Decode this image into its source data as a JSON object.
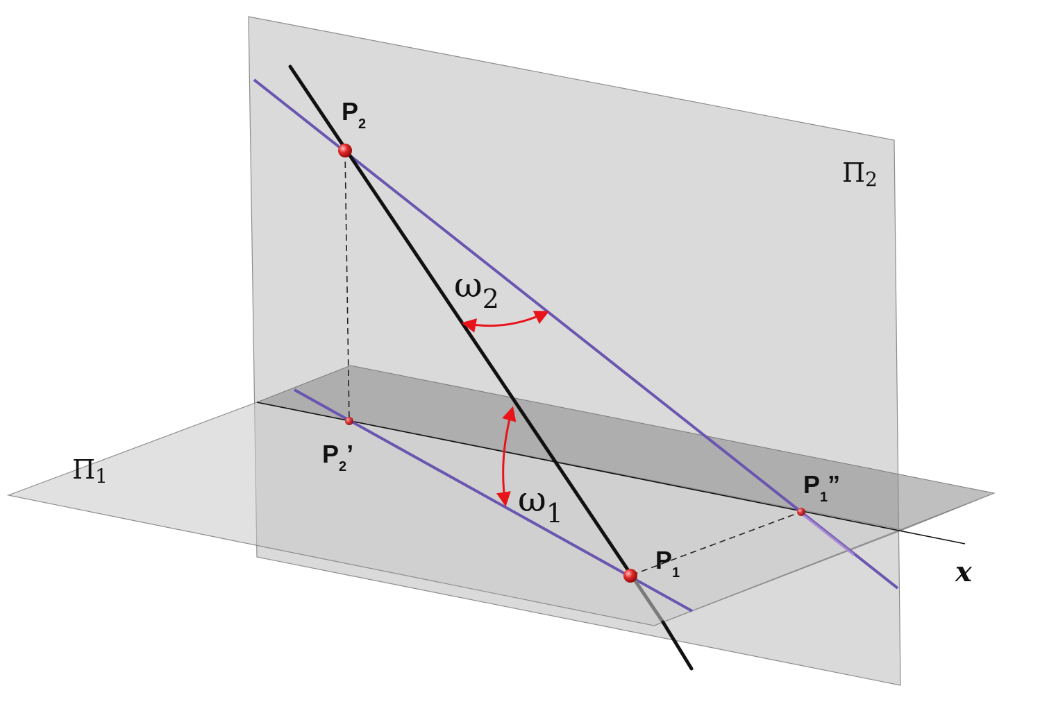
{
  "planes": {
    "horizontal": {
      "name": "Π",
      "subscript": "1"
    },
    "vertical": {
      "name": "Π",
      "subscript": "2"
    }
  },
  "axis": {
    "label": "x"
  },
  "points": {
    "p2": {
      "name": "P",
      "subscript": "2",
      "suffix": ""
    },
    "p2_prime": {
      "name": "P",
      "subscript": "2",
      "suffix": "’"
    },
    "p1": {
      "name": "P",
      "subscript": "1",
      "suffix": ""
    },
    "p1_double_prime": {
      "name": "P",
      "subscript": "1",
      "suffix": "”"
    }
  },
  "angles": {
    "omega2": {
      "symbol": "ω",
      "subscript": "2"
    },
    "omega1": {
      "symbol": "ω",
      "subscript": "1"
    }
  },
  "colors": {
    "plane_fill": "#9a9a9a",
    "plane_edge": "#8c8c8c",
    "projection_line": "#6a55b0",
    "main_line": "#111111",
    "angle_arc": "#e8141a",
    "point": "#d42020",
    "axis": "#111111"
  }
}
